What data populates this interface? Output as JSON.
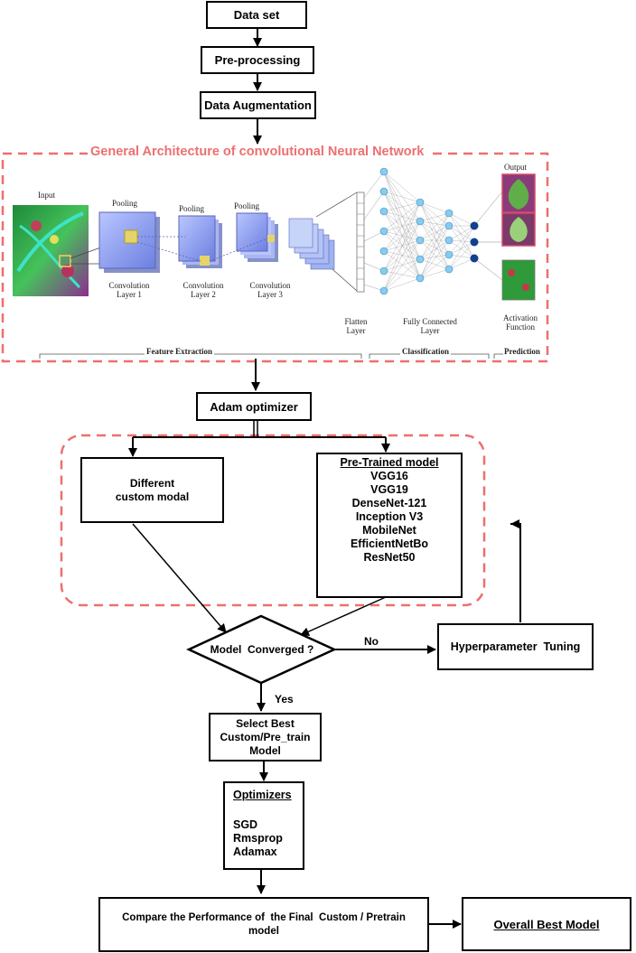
{
  "colors": {
    "accent_dashed": "#ee6f6f",
    "stroke": "#000000"
  },
  "pipeline": {
    "dataset": "Data set",
    "preprocessing": "Pre-processing",
    "augmentation": "Data Augmentation"
  },
  "cnn": {
    "title": "General Architecture of convolutional Neural Network",
    "input": "Input",
    "pooling": "Pooling",
    "conv1_line1": "Convolution",
    "conv1_line2": "Layer 1",
    "conv2_line1": "Convolution",
    "conv2_line2": "Layer 2",
    "conv3_line1": "Convolution",
    "conv3_line2": "Layer 3",
    "flatten_line1": "Flatten",
    "flatten_line2": "Layer",
    "fc_line1": "Fully Connected",
    "fc_line2": "Layer",
    "output": "Output",
    "activation_line1": "Activation",
    "activation_line2": "Function",
    "feature_extraction": "Feature Extraction",
    "classification": "Classification",
    "prediction": "Prediction"
  },
  "adam": "Adam optimizer",
  "custom_line1": "Different",
  "custom_line2": "custom modal",
  "pretrained": {
    "title": "Pre-Trained model",
    "models": [
      "VGG16",
      "VGG19",
      "DenseNet-121",
      "Inception V3",
      "MobileNet",
      "EfficientNetBo",
      "ResNet50"
    ]
  },
  "decision": "Model  Converged ?",
  "no_label": "No",
  "yes_label": "Yes",
  "hyper": "Hyperparameter  Tuning",
  "select_best": [
    "Select Best",
    "Custom/Pre_train",
    "Model"
  ],
  "optimizers": {
    "title": "Optimizers",
    "items": [
      "SGD",
      "Rmsprop",
      "Adamax"
    ]
  },
  "compare": [
    "Compare the Performance of  the Final  Custom / Pretrain",
    "model"
  ],
  "overall": "Overall Best Model"
}
